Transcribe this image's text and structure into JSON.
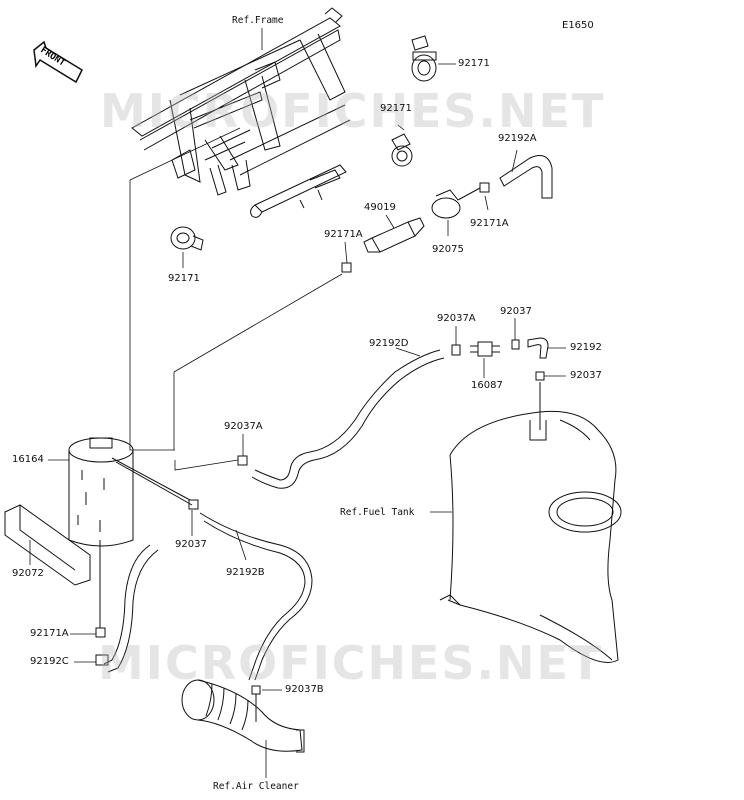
{
  "diagram_code": "E1650",
  "front_label": "FRONT",
  "watermark": "MICROFICHES.NET",
  "refs": {
    "frame": "Ref.Frame",
    "fuel_tank": "Ref.Fuel Tank",
    "air_cleaner": "Ref.Air Cleaner"
  },
  "parts": {
    "p92171_a": "92171",
    "p92171_b": "92171",
    "p92171_c": "92171",
    "p92192A": "92192A",
    "p49019": "49019",
    "p92171A_a": "92171A",
    "p92171A_b": "92171A",
    "p92075": "92075",
    "p92037A_a": "92037A",
    "p92037_a": "92037",
    "p92192D": "92192D",
    "p92192": "92192",
    "p16087": "16087",
    "p92037_b": "92037",
    "p92037A_b": "92037A",
    "p16164": "16164",
    "p92037_c": "92037",
    "p92192B": "92192B",
    "p92072": "92072",
    "p92171A_c": "92171A",
    "p92192C": "92192C",
    "p92037B": "92037B"
  },
  "colors": {
    "line": "#111111",
    "watermark": "#b4b4b4"
  }
}
